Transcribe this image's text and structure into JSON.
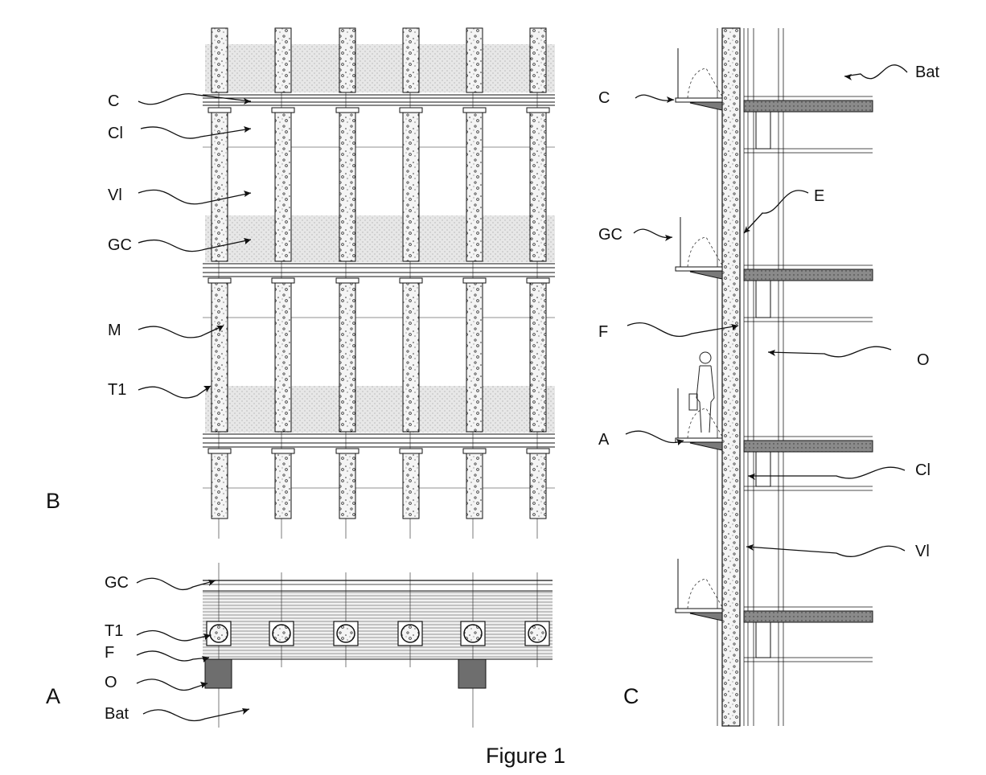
{
  "figure": {
    "caption": "Figure 1",
    "panels": {
      "a": "A",
      "b": "B",
      "c": "C"
    },
    "labels_b": [
      "C",
      "Cl",
      "Vl",
      "GC",
      "M",
      "T1"
    ],
    "labels_a": [
      "GC",
      "T1",
      "F",
      "O",
      "Bat"
    ],
    "labels_c": [
      "Bat",
      "C",
      "E",
      "GC",
      "F",
      "O",
      "A",
      "Cl",
      "Vl"
    ]
  }
}
